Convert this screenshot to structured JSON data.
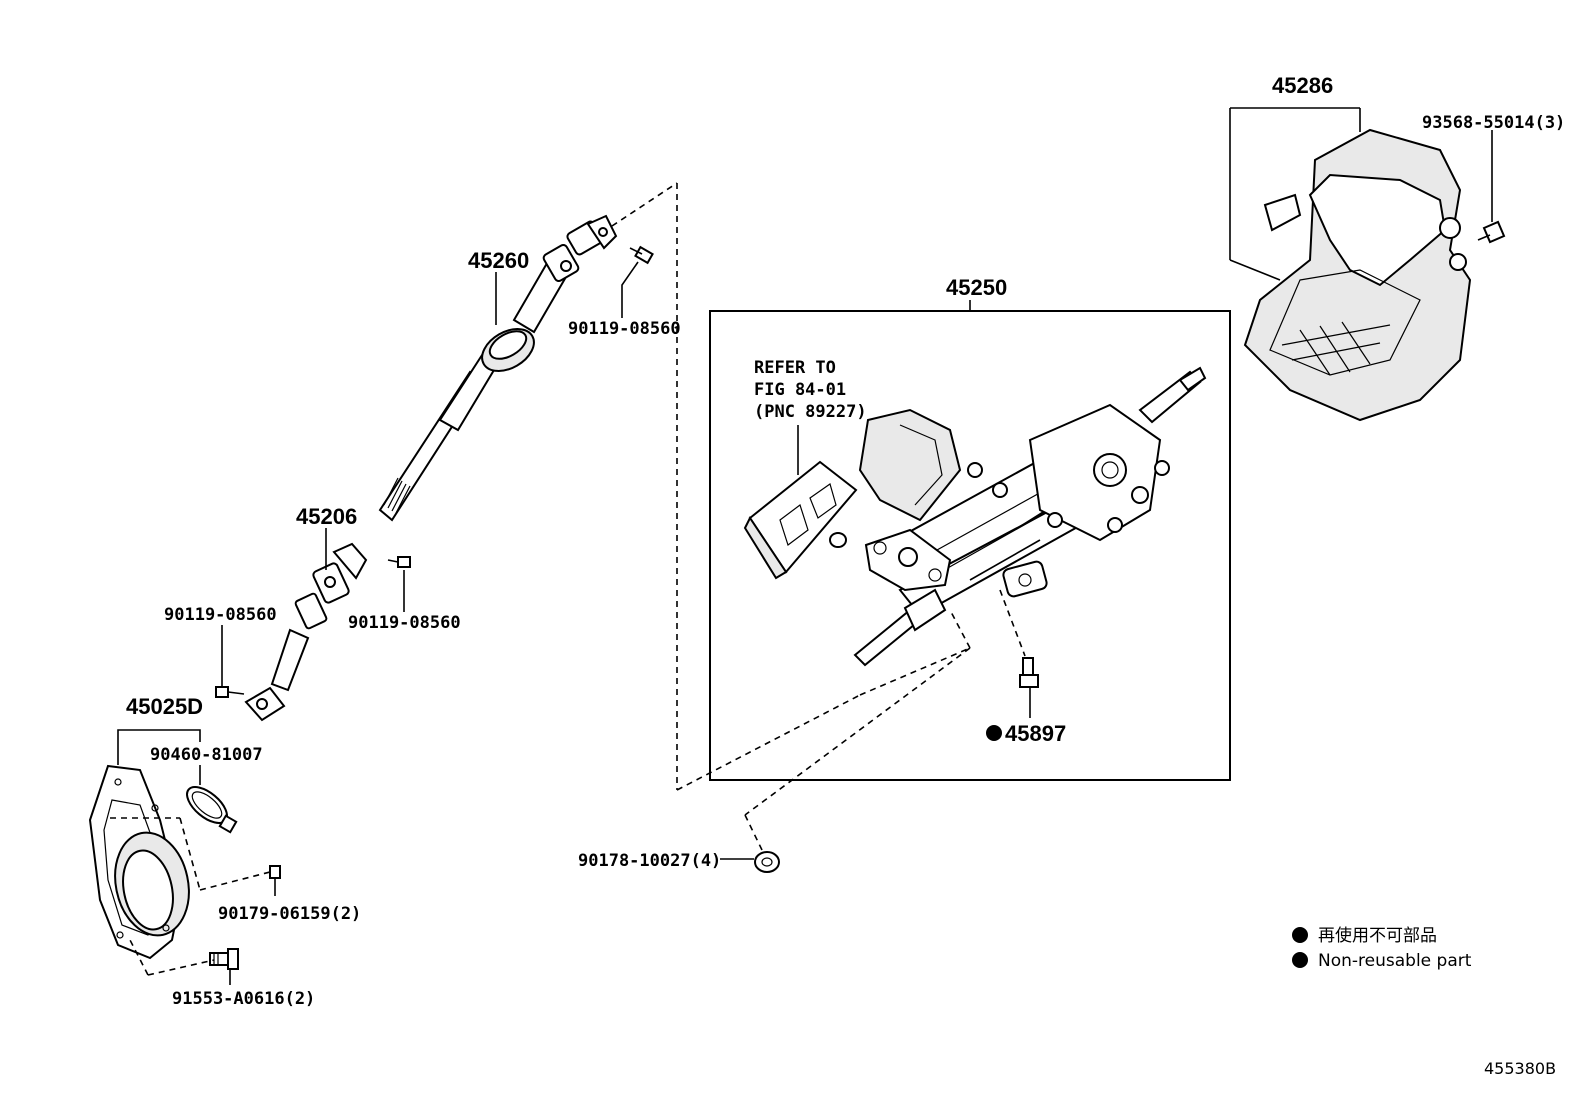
{
  "labels": {
    "p45260": "45260",
    "p45206": "45206",
    "p45025d": "45025D",
    "p45250": "45250",
    "p45286": "45286",
    "p45897": "45897",
    "b90119_top": "90119-08560",
    "b90119_mid": "90119-08560",
    "b90119_left": "90119-08560",
    "c90460": "90460-81007",
    "b90179": "90179-06159(2)",
    "b91553": "91553-A0616(2)",
    "n90178": "90178-10027(4)",
    "s93568": "93568-55014(3)",
    "refer_line1": "REFER TO",
    "refer_line2": "FIG 84-01",
    "refer_line3": "(PNC 89227)"
  },
  "legend": {
    "jp": "再使用不可部品",
    "en": "Non-reusable part"
  },
  "diagram_id": "455380B"
}
